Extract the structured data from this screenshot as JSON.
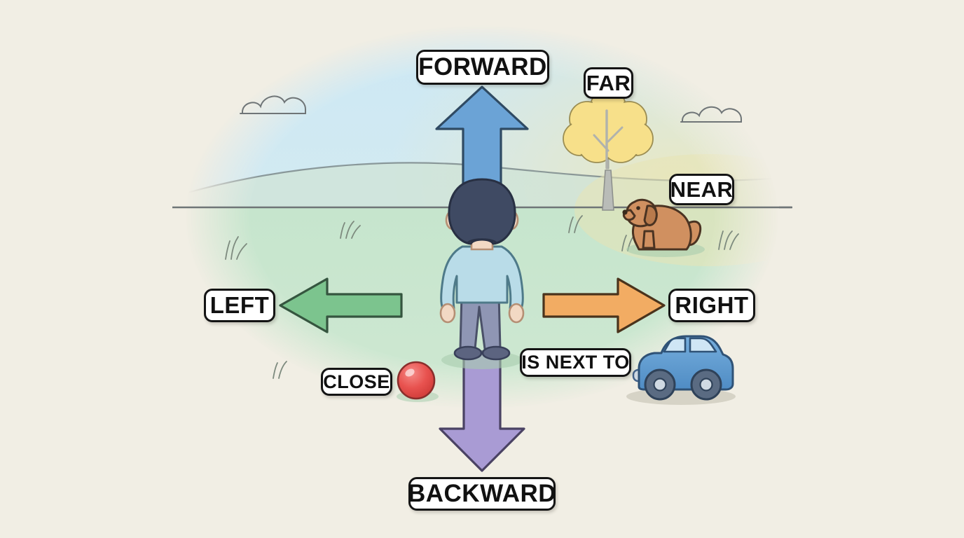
{
  "scene": {
    "title": "Spatial prepositions and direction illustration",
    "background_color": "#f1eee4",
    "sky_color": "#cfe7f2",
    "ground_color": "#c9e6cc",
    "horizon_line_color": "#6f7577"
  },
  "labels": {
    "forward": "FORWARD",
    "far": "FAR",
    "near": "NEAR",
    "left": "LEFT",
    "right": "RIGHT",
    "close": "CLOSE",
    "is_next_to": "IS NEXT TO",
    "backward": "BACKWARD"
  },
  "arrows": [
    {
      "name": "forward-arrow",
      "direction": "up",
      "color": "#6ba3d6",
      "stroke": "#2f4a63"
    },
    {
      "name": "left-arrow",
      "direction": "left",
      "color": "#7cc48e",
      "stroke": "#35553f"
    },
    {
      "name": "right-arrow",
      "direction": "right",
      "color": "#f2ac63",
      "stroke": "#4a331c"
    },
    {
      "name": "backward-arrow",
      "direction": "down",
      "color": "#a99bd4",
      "stroke": "#4a4263"
    }
  ],
  "objects": [
    {
      "name": "person",
      "description": "person viewed from behind",
      "hair_color": "#3f4a63",
      "shirt_color": "#b9dce8",
      "pants_color": "#8f96b4",
      "skin_color": "#f2d9c4"
    },
    {
      "name": "dog",
      "description": "sitting dog",
      "color": "#d09060",
      "stroke": "#3a2a1c"
    },
    {
      "name": "tree",
      "description": "yellow leafy tree",
      "foliage_color": "#f7e08a",
      "trunk_color": "#b9bcb8"
    },
    {
      "name": "car",
      "description": "blue car",
      "body_color": "#5d9bd1",
      "window_color": "#cfe6f5",
      "wheel_color": "#5a6b82"
    },
    {
      "name": "ball",
      "description": "red ball",
      "color": "#e8524f"
    },
    {
      "name": "cloud-left",
      "description": "outlined cloud"
    },
    {
      "name": "cloud-right",
      "description": "outlined cloud"
    },
    {
      "name": "grass-tufts",
      "description": "small grass tufts on the ground"
    }
  ],
  "colors": {
    "pill_fill": "#ffffff",
    "pill_border": "#141414",
    "pill_text": "#111111"
  }
}
